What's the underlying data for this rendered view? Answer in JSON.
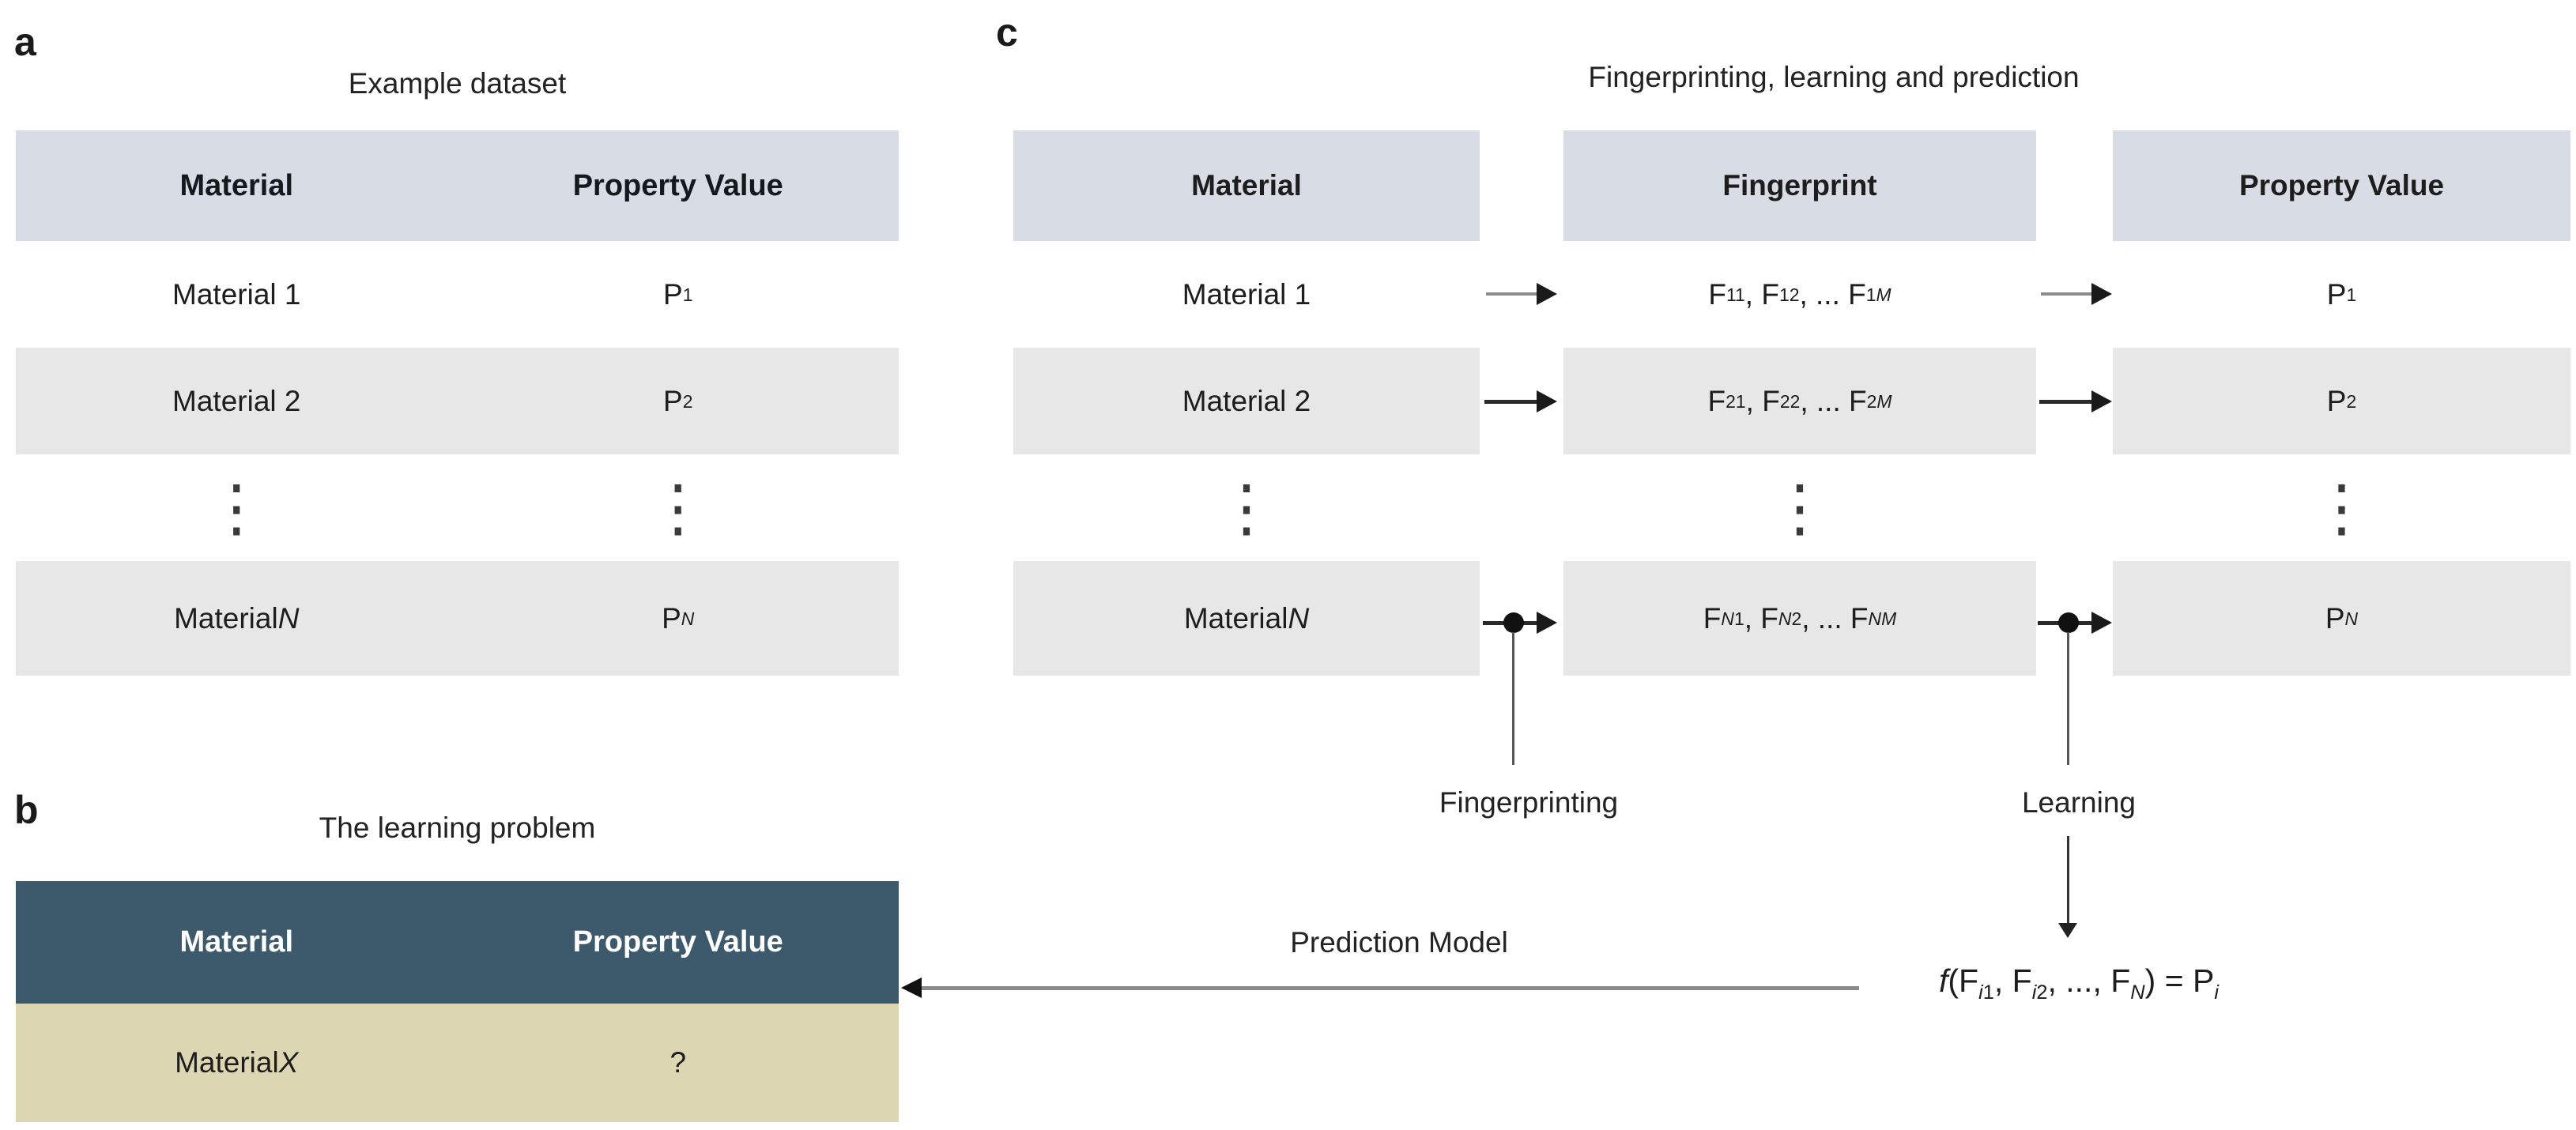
{
  "colors": {
    "header_blue": "#d8dde5",
    "row_gray": "#e7e7e7",
    "dark_header_blue": "#3d5a6d",
    "khaki_row": "#dcd7b2",
    "text": "#1d1d1d",
    "arrow_gray": "#8c8c8c",
    "arrow_black": "#1a1a1a"
  },
  "glyphs": {
    "vdots": "⋮"
  },
  "panel_a": {
    "label": "a",
    "title": "Example dataset",
    "headers": [
      "Material",
      "Property Value"
    ],
    "rows": [
      {
        "cells": [
          [
            {
              "text": "Material 1"
            }
          ],
          [
            {
              "text": "P"
            },
            {
              "text": "1",
              "sub": true
            }
          ]
        ]
      },
      {
        "cells": [
          [
            {
              "text": "Material 2"
            }
          ],
          [
            {
              "text": "P"
            },
            {
              "text": "2",
              "sub": true
            }
          ]
        ]
      },
      {
        "cells": [
          [
            {
              "text": "Material "
            },
            {
              "text": "N",
              "italic": true
            }
          ],
          [
            {
              "text": "P"
            },
            {
              "text": "N",
              "sub": true,
              "italic": true
            }
          ]
        ]
      }
    ]
  },
  "panel_b": {
    "label": "b",
    "title": "The learning problem",
    "headers": [
      "Material",
      "Property Value"
    ],
    "row": [
      [
        {
          "text": "Material "
        },
        {
          "text": "X",
          "italic": true
        }
      ],
      [
        {
          "text": "?"
        }
      ]
    ]
  },
  "panel_c": {
    "label": "c",
    "title": "Fingerprinting, learning and prediction",
    "headers": [
      "Material",
      "Fingerprint",
      "Property Value"
    ],
    "rows": [
      {
        "cells": [
          [
            {
              "text": "Material 1"
            }
          ],
          [
            {
              "text": "F"
            },
            {
              "text": "11",
              "sub": true
            },
            {
              "text": ", F"
            },
            {
              "text": "12",
              "sub": true
            },
            {
              "text": ", ... F"
            },
            {
              "text": "1",
              "sub": true
            },
            {
              "text": "M",
              "sub": true,
              "italic": true
            }
          ],
          [
            {
              "text": "P"
            },
            {
              "text": "1",
              "sub": true
            }
          ]
        ]
      },
      {
        "cells": [
          [
            {
              "text": "Material 2"
            }
          ],
          [
            {
              "text": "F"
            },
            {
              "text": "21",
              "sub": true
            },
            {
              "text": ", F"
            },
            {
              "text": "22",
              "sub": true
            },
            {
              "text": ", ... F"
            },
            {
              "text": "2",
              "sub": true
            },
            {
              "text": "M",
              "sub": true,
              "italic": true
            }
          ],
          [
            {
              "text": "P"
            },
            {
              "text": "2",
              "sub": true
            }
          ]
        ]
      },
      {
        "cells": [
          [
            {
              "text": "Material "
            },
            {
              "text": "N",
              "italic": true
            }
          ],
          [
            {
              "text": "F"
            },
            {
              "text": "N",
              "sub": true,
              "italic": true
            },
            {
              "text": "1",
              "sub": true
            },
            {
              "text": ", F"
            },
            {
              "text": "N",
              "sub": true,
              "italic": true
            },
            {
              "text": "2",
              "sub": true
            },
            {
              "text": ", ... F"
            },
            {
              "text": "N",
              "sub": true,
              "italic": true
            },
            {
              "text": "M",
              "sub": true,
              "italic": true
            }
          ],
          [
            {
              "text": "P"
            },
            {
              "text": "N",
              "sub": true,
              "italic": true
            }
          ]
        ]
      }
    ]
  },
  "annotations": {
    "fingerprinting_label": "Fingerprinting",
    "learning_label": "Learning",
    "prediction_model_label": "Prediction Model",
    "formula": [
      {
        "text": "f",
        "italic": true
      },
      {
        "text": "(F"
      },
      {
        "text": "i",
        "sub": true,
        "italic": true
      },
      {
        "text": "1",
        "sub": true
      },
      {
        "text": ", F"
      },
      {
        "text": "i",
        "sub": true,
        "italic": true
      },
      {
        "text": "2",
        "sub": true
      },
      {
        "text": ", ..., F"
      },
      {
        "text": "N",
        "sub": true,
        "italic": true
      },
      {
        "text": ") = P"
      },
      {
        "text": "i",
        "sub": true,
        "italic": true
      }
    ]
  }
}
